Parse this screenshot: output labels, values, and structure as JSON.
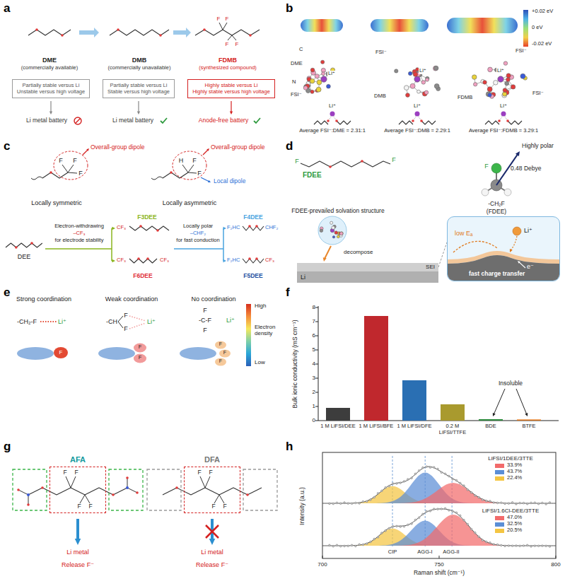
{
  "diagram": {
    "nodes": [
      {
        "text": [
          "Partially stable versus Li",
          "Unstable versus high voltage"
        ]
      },
      {
        "text": [
          "Partially stable versus Li",
          "Stable versus high voltage"
        ]
      },
      {
        "text": [
          "Highly stable versus Li",
          "Highly stable versus high voltage"
        ]
      },
      {
        "text": [
          "Li⁺",
          "low Eₐ",
          "e⁻",
          "fast charge transfer"
        ]
      },
      {
        "text": [
          "SEI"
        ]
      },
      {
        "text": [
          "Li"
        ]
      },
      {
        "text": [
          "AFA"
        ]
      },
      {
        "text": [
          "DFA"
        ]
      }
    ],
    "edges": [
      {
        "from": 4,
        "to": 3,
        "arrow": "none"
      }
    ],
    "labels": [
      "a",
      "b",
      "c",
      "d",
      "e",
      "f",
      "g",
      "h",
      "DME",
      "(commercially available)",
      "DMB",
      "(commercially unavailable)",
      "FDMB",
      "(synthesized compound)",
      "Li metal battery",
      "Li metal battery",
      "Anode-free battery",
      "F",
      "F",
      "F",
      "F",
      "+0.02 eV",
      "0 eV",
      "-0.02 eV",
      "C",
      "DME",
      "N",
      "FSI⁻",
      "Li⁺",
      "FSI⁻",
      "Li⁺",
      "DMB",
      "FSI⁻",
      "Li⁺",
      "FDMB",
      "FSI⁻",
      "Li⁺",
      "Li⁺",
      "Li⁺",
      "Average FSI⁻:DME = 2.31:1",
      "Average FSI⁻:DMB = 2.29:1",
      "Average FSI⁻:FDMB = 3.29:1",
      "Overall-group dipole",
      "Overall-group dipole",
      "Local dipole",
      "F",
      "F",
      "F",
      "H",
      "F",
      "F",
      "Locally symmetric",
      "Locally asymmetric",
      "DEE",
      "Electron-withdrawing",
      "–CF₃",
      "for electrode stability",
      "Locally polar",
      "–CHF₂",
      "for fast conduction",
      "F3DEE",
      "F6DEE",
      "F4DEE",
      "F5DEE",
      "CF₃",
      "CF₃",
      "CF₃",
      "F₂HC",
      "CHF₂",
      "F₂HC",
      "CF₃",
      "F",
      "F",
      "FDEE",
      "Highly polar",
      "F",
      "0.48 Debye",
      "-CH₂F",
      "(FDEE)",
      "FDEE-prevailed solvation structure",
      "decompose",
      "Strong coordination",
      "Weak coordination",
      "No coordination",
      "-CH₂-F",
      "Li⁺",
      "-CH",
      "F",
      "F",
      "Li⁺",
      "F",
      "-C-F",
      "F",
      "Li⁺",
      "F",
      "F",
      "F",
      "F",
      "F",
      "F",
      "High",
      "Electron density",
      "Low",
      "Bulk ionic conductivity (mS cm⁻¹)",
      "0",
      "1",
      "2",
      "3",
      "4",
      "5",
      "6",
      "7",
      "8",
      "1 M LiFSI/DEE",
      "1 M LiFSI/BFE",
      "1 M LiFSI/DFE",
      "0.2 M LiFSI/TTFE",
      "BDE",
      "BTFE",
      "Insoluble",
      "F",
      "F",
      "F",
      "F",
      "F",
      "F",
      "F",
      "F",
      "Li metal",
      "Release F⁻",
      "Li metal",
      "Release F⁻",
      "Intensity (a.u.)",
      "Raman shift (cm⁻¹)",
      "700",
      "750",
      "800",
      "CIP",
      "AGG-I",
      "AGG-II",
      "LiFSI/1DEE/3TTE",
      "LiFSI/1.6Cl-DEE/3TTE"
    ],
    "legend": [
      {
        "text": "33.9%",
        "color": "#f26b6b"
      },
      {
        "text": "43.7%",
        "color": "#5b8ed6"
      },
      {
        "text": "22.4%",
        "color": "#f4c542"
      },
      {
        "text": "47.0%",
        "color": "#f26b6b"
      },
      {
        "text": "32.5%",
        "color": "#5b8ed6"
      },
      {
        "text": "20.5%",
        "color": "#f4c542"
      }
    ]
  }
}
